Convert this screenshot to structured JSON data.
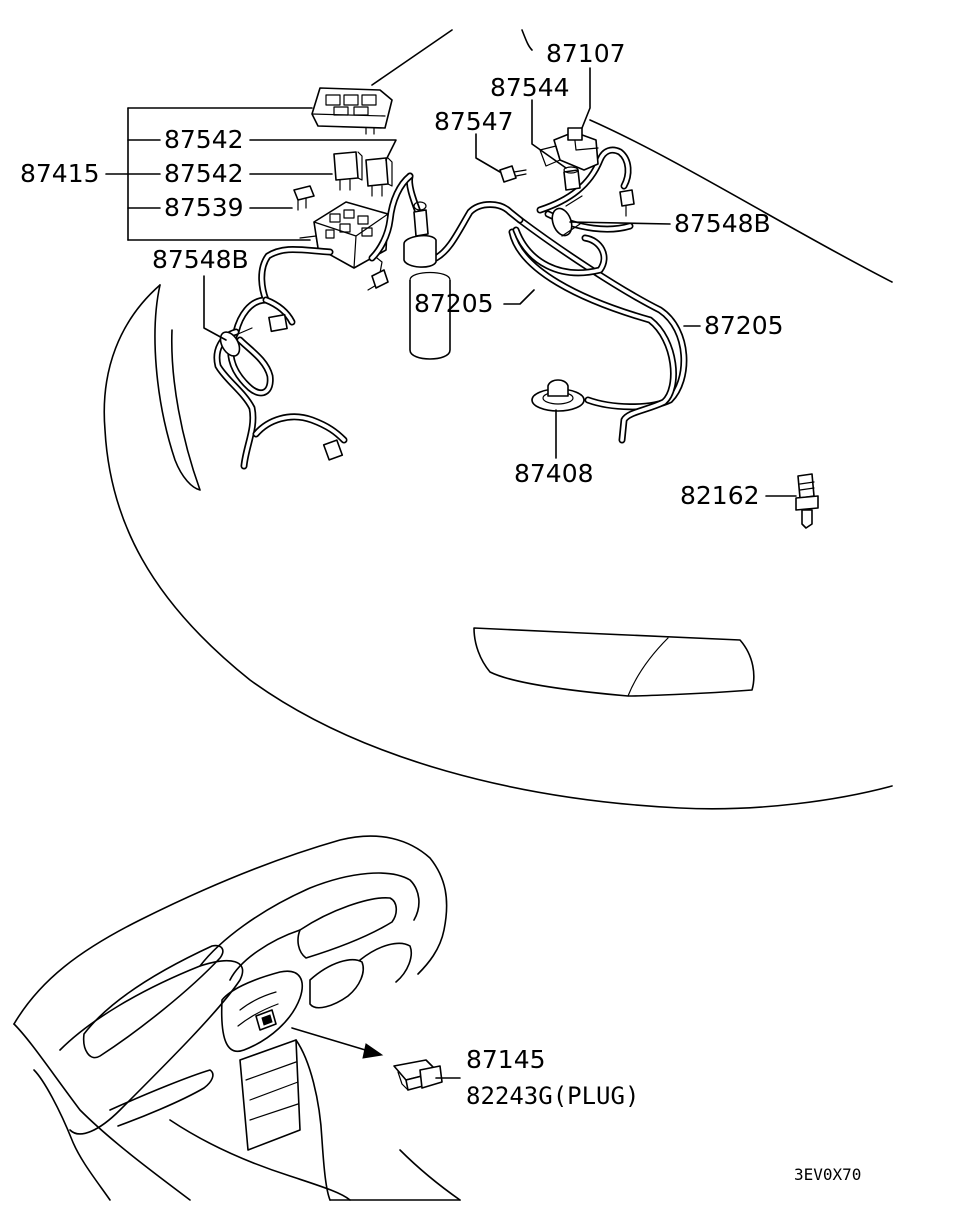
{
  "labels": {
    "p87107": "87107",
    "p87544": "87544",
    "p87547": "87547",
    "p87542a": "87542",
    "p87542b": "87542",
    "p87415": "87415",
    "p87539": "87539",
    "p87548b_right": "87548B",
    "p87548b_left": "87548B",
    "p87205_center": "87205",
    "p87205_right": "87205",
    "p87408": "87408",
    "p82162": "82162",
    "p87145": "87145",
    "p82243g": "82243G(PLUG)"
  },
  "reference_code": "3EV0X70"
}
